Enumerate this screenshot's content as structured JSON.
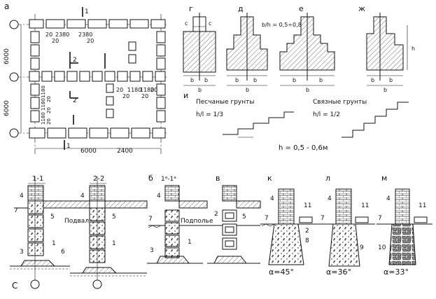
{
  "figure_letters": {
    "a": "а",
    "g": "г",
    "d": "д",
    "e": "е",
    "zh": "ж",
    "i": "и",
    "b": "б",
    "v": "в",
    "k": "к",
    "l": "л",
    "m": "м"
  },
  "plan": {
    "dim_6000_top": "6000",
    "dim_6000_mid": "6000",
    "dim_6000_bottom": "6000",
    "dim_2400": "2400",
    "gap_top_a": "20",
    "gap_top_2380_a": "2380",
    "gap_top_2380_b": "2380",
    "gap_top_20_b": "20",
    "gap_top_20_c": "20",
    "gap_mid_20_a": "20",
    "gap_mid_20_b": "20",
    "gap_mid_1180_a": "1180",
    "gap_mid_1180_b": "1180",
    "gap_mid_20_c": "20",
    "gap_mid_20_d": "20",
    "gap_left_1180_a": "1180",
    "gap_left_1180_b": "1180",
    "gap_left_1180_c": "1180",
    "gap_left_20_a": "20",
    "gap_left_20_b": "20",
    "gap_left_20_c": "20",
    "sec_1": "1",
    "sec_2": "2",
    "sec_1b": "1",
    "sec_2b": "2"
  },
  "shapes": {
    "g_c_left": "c",
    "g_c_right": "c",
    "g_b": "b",
    "g_b2_left": "b",
    "g_b2_right": "b",
    "d_ratio": "b/h = 0,5÷0,8",
    "d_b": "b",
    "d_b2_left": "b",
    "d_b2_right": "b",
    "e_b": "b",
    "e_b2_left": "b",
    "e_b2_right": "b",
    "zh_b": "b",
    "zh_b3_a": "b",
    "zh_b3_b": "b",
    "zh_h": "h"
  },
  "ground": {
    "sandy_title": "Песчаные грунты",
    "sandy_ratio": "h/l = 1/3",
    "cohesive_title": "Связные грунты",
    "cohesive_ratio": "h/l = 1/2",
    "height_range": "h = 0,5 - 0,6м"
  },
  "sections": {
    "s11_title": "1-1",
    "s22_title": "2-2",
    "b_title": "1ᵃ-1ᵃ",
    "basement": "Подвал",
    "crawlspace": "Подполье",
    "angle_k": "α=45°",
    "angle_l": "α=36°",
    "angle_m": "α=33°",
    "n4_a": "4",
    "n5_a": "5",
    "n7_a": "7",
    "n3_a": "3",
    "n6_a": "6",
    "n1_a": "1",
    "n4_b": "4",
    "n5_b": "5",
    "n1_b": "1",
    "n4_c": "4",
    "n7_c": "7",
    "n3_c": "3",
    "n1_c": "1",
    "n2_v": "2",
    "n5_v": "5",
    "n4_k": "4",
    "n7_k": "7",
    "n11_k": "11",
    "n8_k": "8",
    "n2_k": "2",
    "n4_l": "4",
    "n7_l": "7",
    "n11_l": "11",
    "n9_l": "9",
    "n4_m": "4",
    "n7_m": "7",
    "n11_m": "11",
    "n10_m": "10",
    "axis_c": "C"
  }
}
